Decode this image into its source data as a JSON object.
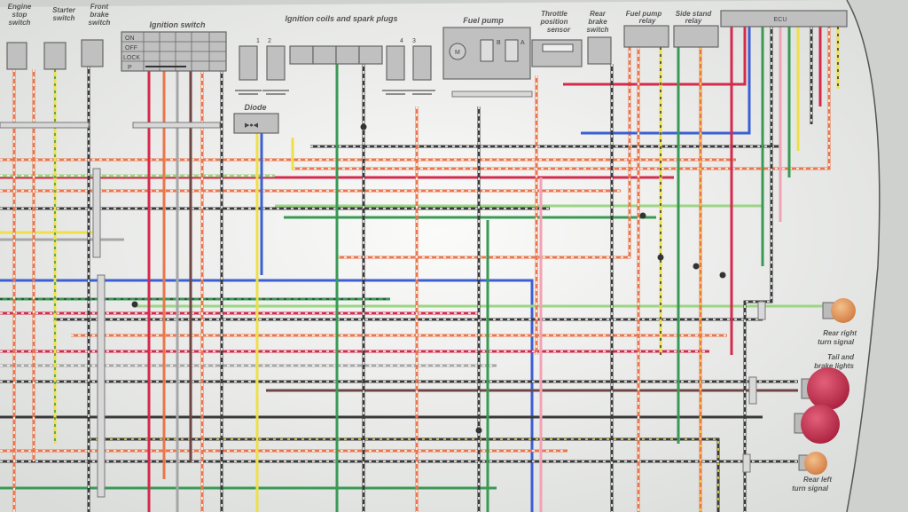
{
  "components": {
    "engine_stop_switch": [
      "Engine",
      "stop",
      "switch"
    ],
    "starter_switch": [
      "Starter",
      "switch"
    ],
    "front_brake_switch": [
      "Front",
      "brake",
      "switch"
    ],
    "ignition_switch": {
      "title": "Ignition switch",
      "positions": [
        "ON",
        "OFF",
        "LOCK",
        "P"
      ]
    },
    "ignition_coils": {
      "title": "Ignition coils and spark plugs",
      "numbers": [
        "1",
        "2",
        "4",
        "3"
      ]
    },
    "diode": "Diode",
    "fuel_pump": {
      "title": "Fuel pump",
      "motor": "M",
      "terminal_b": "B",
      "terminal_a": "A"
    },
    "throttle_position_sensor": [
      "Throttle",
      "position",
      "sensor"
    ],
    "rear_brake_switch": [
      "Rear",
      "brake",
      "switch"
    ],
    "fuel_pump_relay": [
      "Fuel pump",
      "relay"
    ],
    "side_stand_relay": [
      "Side stand",
      "relay"
    ],
    "ecu": "ECU",
    "rear_right_turn_signal": [
      "Rear right",
      "turn signal"
    ],
    "tail_brake_lights": [
      "Tail and",
      "brake lights"
    ],
    "rear_left_turn_signal": [
      "Rear left",
      "turn signal"
    ]
  },
  "colors": {
    "red": "#d42a4c",
    "orange": "#e9764c",
    "green": "#3a9a55",
    "light_green": "#9bd585",
    "black": "#3a3a3a",
    "gray": "#a6a6a6",
    "yellow": "#eee04a",
    "blue": "#3b5fd3",
    "pink": "#f1a3b5",
    "brown": "#6e4545",
    "paper": "#f3f3f1",
    "bulb_red": "#c8324e",
    "bulb_orange": "#e89a5a"
  }
}
